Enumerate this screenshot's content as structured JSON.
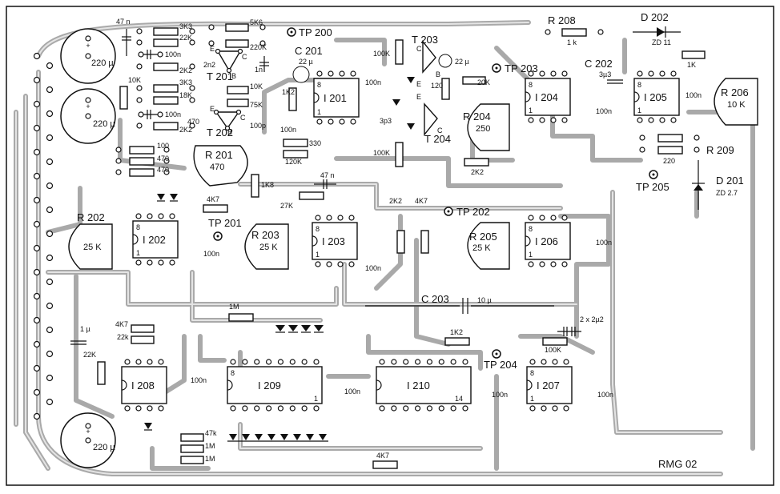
{
  "board": {
    "designation": "RMG 02"
  },
  "test_points": [
    "TP 200",
    "TP 201",
    "TP 202",
    "TP 203",
    "TP 204",
    "TP 205"
  ],
  "ics": [
    {
      "ref": "I 201",
      "pin8": "8",
      "pin1": "1"
    },
    {
      "ref": "I 202",
      "pin8": "8",
      "pin1": "1"
    },
    {
      "ref": "I 203",
      "pin8": "8",
      "pin1": "1"
    },
    {
      "ref": "I 204",
      "pin8": "8",
      "pin1": "1"
    },
    {
      "ref": "I 205",
      "pin8": "8",
      "pin1": "1"
    },
    {
      "ref": "I 206",
      "pin8": "8",
      "pin1": "1"
    },
    {
      "ref": "I 207",
      "pin8": "8",
      "pin1": "1"
    },
    {
      "ref": "I 208",
      "pin8": "",
      "pin1": ""
    },
    {
      "ref": "I 209",
      "pin8": "8",
      "pin1": "1"
    },
    {
      "ref": "I 210",
      "pin8": "",
      "pin1": "14"
    }
  ],
  "trimmers": [
    {
      "ref": "R 201",
      "value": "470"
    },
    {
      "ref": "R 202",
      "value": "25 K"
    },
    {
      "ref": "R 203",
      "value": "25 K"
    },
    {
      "ref": "R 204",
      "value": "250"
    },
    {
      "ref": "R 205",
      "value": "25 K"
    },
    {
      "ref": "R 206",
      "value": "10 K"
    }
  ],
  "transistors": [
    "T 201",
    "T 202",
    "T 203",
    "T 204"
  ],
  "diodes": [
    {
      "ref": "D 202",
      "value": "ZD 11"
    },
    {
      "ref": "D 201",
      "value": "ZD 2.7"
    }
  ],
  "named_parts": [
    {
      "ref": "R 208",
      "value": "1 k"
    },
    {
      "ref": "R 209",
      "value": ""
    },
    {
      "ref": "C 201",
      "value": "22 µ"
    },
    {
      "ref": "C 202",
      "value": "3µ3"
    },
    {
      "ref": "C 203",
      "value": "10 µ"
    }
  ],
  "electrolytics": [
    "220 µ",
    "220 µ",
    "220 µ"
  ],
  "values": {
    "c_47n_a": "47 n",
    "c_47n_b": "47 n",
    "r_3k3_a": "3K3",
    "r_22k_a": "22K",
    "r_2k2_a": "2K2",
    "r_5k6": "5K6",
    "r_220k": "220K",
    "r_10k_a": "10K",
    "c_100n": "100n",
    "c_2n2": "2n2",
    "r_3k3_b": "3K3",
    "r_18k": "18K",
    "r_2k2_b": "2K2",
    "r_10k_b": "10K",
    "r_75k": "75K",
    "c_1n": "1n",
    "c_100p": "100p",
    "c_100n_b": "100n",
    "r_1k2_a": "1K2",
    "r_330": "330",
    "r_120k": "120K",
    "r_100": "100",
    "r_470_a": "470",
    "r_470_b": "470",
    "r_1k8": "1K8",
    "r_4k7_a": "4K7",
    "r_27k": "27K",
    "r_100k_a": "100K",
    "c_100n_c": "100n",
    "c_3p3": "3p3",
    "c_22u_b": "22 µ",
    "r_120": "120",
    "r_100k_b": "100K",
    "r_20k": "20K",
    "r_2k2_c": "2K2",
    "c_100n_d": "100n",
    "r_1k_b": "1K",
    "c_100n_e": "100n",
    "r_220": "220",
    "r_2k2_d": "2K2",
    "r_4k7_b": "4K7",
    "c_100n_f": "100n",
    "c_100n_g": "100n",
    "c_100n_h": "100n",
    "c_1u": "1 µ",
    "r_4k7_c": "4K7",
    "r_22k_b": "22k",
    "r_22k_c": "22K",
    "r_1m_a": "1M",
    "c_100n_i": "100n",
    "c_100n_j": "100n",
    "r_1k2_b": "1K2",
    "r_100k_c": "100K",
    "c_2x2u2": "2 x 2µ2",
    "c_100n_k": "100n",
    "c_100n_l": "100n",
    "r_47k": "47k",
    "r_1m_b": "1M",
    "r_1m_c": "1M",
    "r_4k7_d": "4K7",
    "pin_e": "E",
    "pin_c": "C",
    "pin_b": "B"
  }
}
